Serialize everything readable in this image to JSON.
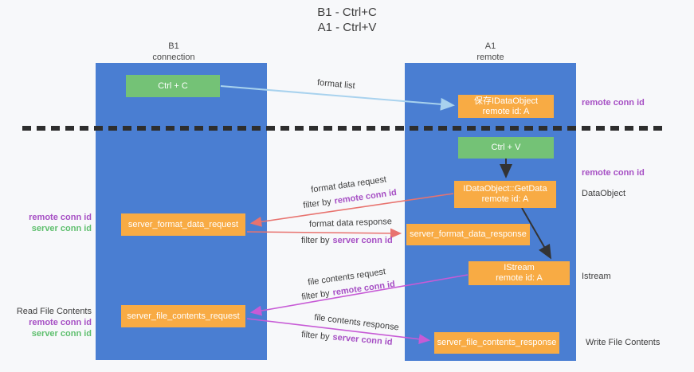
{
  "title": {
    "line1": "B1 - Ctrl+C",
    "line2": "A1 - Ctrl+V"
  },
  "columns": {
    "left": {
      "name": "B1",
      "subtitle": "connection"
    },
    "right": {
      "name": "A1",
      "subtitle": "remote"
    }
  },
  "nodes": {
    "ctrl_c": {
      "label": "Ctrl + C"
    },
    "ctrl_v": {
      "label": "Ctrl + V"
    },
    "save_idataobject": {
      "line1": "保存IDataObject",
      "line2": "remote id: A"
    },
    "getdata": {
      "line1": "IDataObject::GetData",
      "line2": "remote id: A"
    },
    "istream": {
      "line1": "IStream",
      "line2": "remote id: A"
    },
    "server_format_data_request": {
      "label": "server_format_data_request"
    },
    "server_format_data_response": {
      "label": "server_format_data_response"
    },
    "server_file_contents_request": {
      "label": "server_file_contents_request"
    },
    "server_file_contents_response": {
      "label": "server_file_contents_response"
    }
  },
  "arrow_labels": {
    "format_list": "format list",
    "format_data_request": "format data request",
    "format_data_response": "format data response",
    "file_contents_request": "file contents request",
    "file_contents_response": "file contents response",
    "filter_by": "filter by",
    "remote_conn_id": "remote conn id",
    "server_conn_id": "server conn id"
  },
  "side_labels": {
    "remote_conn_id": "remote conn id",
    "server_conn_id": "server conn id",
    "dataobject": "DataObject",
    "istream": "Istream",
    "read_file_contents": "Read File Contents",
    "write_file_contents": "Write File Contents"
  },
  "colors": {
    "column_blue": "#4a7ed2",
    "node_green": "#74c276",
    "node_orange": "#f8ab44",
    "purple_text": "#a64fc4",
    "green_text": "#5fbf6e",
    "request_arrow_red": "#e8736f",
    "request_arrow_magenta": "#c75bd6",
    "format_list_arrow_blue": "#a8d2ee",
    "black_arrow": "#333333"
  }
}
